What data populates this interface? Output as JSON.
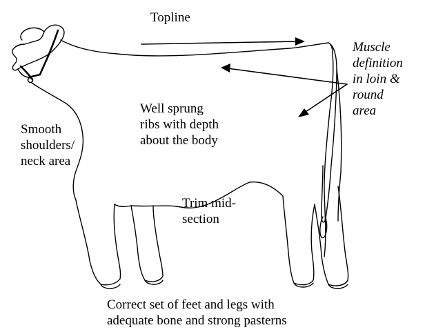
{
  "labels": {
    "topline": "Topline",
    "muscle": "Muscle\ndefinition\nin loin &\nround\narea",
    "ribs": "Well sprung\nribs with depth\nabout the body",
    "shoulders": "Smooth\nshoulders/\nneck area",
    "trim": "Trim mid-\nsection",
    "feet": "Correct set of feet and legs with\nadequate bone and strong pasterns"
  },
  "colors": {
    "ink": "#000000",
    "background": "#ffffff"
  }
}
